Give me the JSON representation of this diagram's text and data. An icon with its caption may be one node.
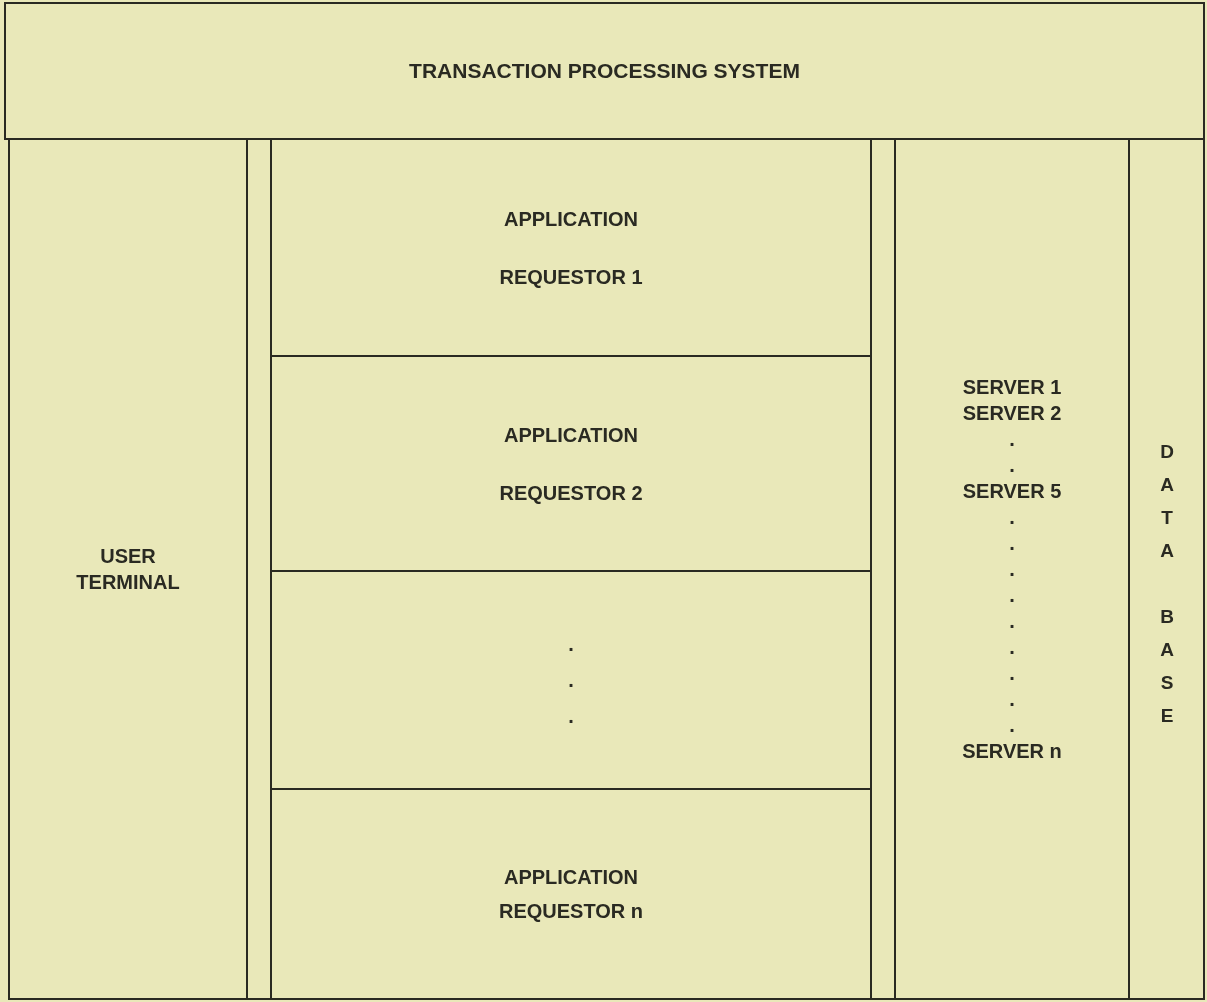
{
  "diagram": {
    "nodes": [
      {
        "text": [
          "TRANSACTION PROCESSING SYSTEM"
        ]
      },
      {
        "text": [
          "USER TERMINAL"
        ]
      },
      {
        "text": [],
        "shape": "box"
      },
      {
        "text": [
          "APPLICATION REQUESTOR 1"
        ]
      },
      {
        "text": [
          "APPLICATION REQUESTOR 2"
        ]
      },
      {
        "text": [
          ".",
          ".",
          "."
        ]
      },
      {
        "text": [
          "APPLICATION REQUESTOR n"
        ]
      },
      {
        "text": [],
        "shape": "box"
      },
      {
        "text": [
          "SERVER 1",
          "SERVER 2",
          ".",
          ".",
          "SERVER 5",
          ".",
          ".",
          ".",
          ".",
          ".",
          ".",
          ".",
          ".",
          ".",
          "SERVER n"
        ]
      },
      {
        "text": [
          "DATA BASE"
        ]
      }
    ]
  }
}
